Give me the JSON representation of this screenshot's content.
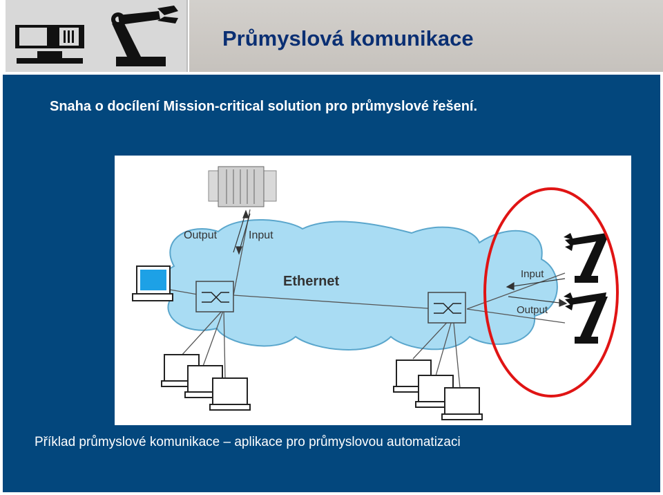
{
  "slide": {
    "title": "Průmyslová komunikace",
    "subtitle": "Snaha o docílení Mission-critical solution pro průmyslové řešení.",
    "caption": "Příklad průmyslové komunikace – aplikace pro průmyslovou automatizaci"
  },
  "figure": {
    "cloud_label": "Ethernet",
    "controller_output": "Output",
    "controller_input": "Input",
    "robot_input": "Input",
    "robot_output": "Output"
  },
  "logo": {
    "icons": [
      "computer-icon",
      "robot-arm-icon"
    ]
  },
  "colors": {
    "title": "#0a2f73",
    "background": "#03477d",
    "cloud": "#a9dcf3",
    "highlight": "#e01414"
  }
}
